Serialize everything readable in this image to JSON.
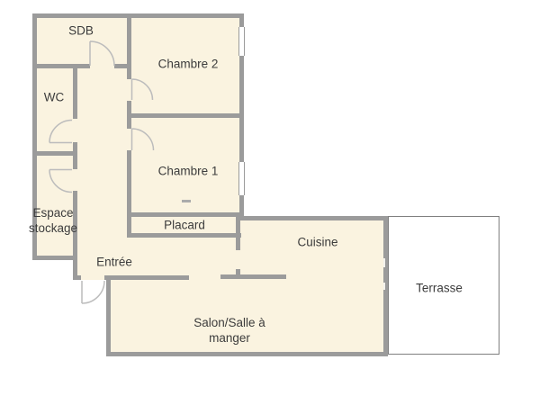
{
  "rooms": {
    "sdb": "SDB",
    "chambre2": "Chambre 2",
    "wc": "WC",
    "chambre1": "Chambre 1",
    "stockage": "Espace stockage",
    "placard": "Placard",
    "entree": "Entrée",
    "cuisine": "Cuisine",
    "salon": "Salon/Salle à manger",
    "terrasse": "Terrasse"
  },
  "colors": {
    "wall": "#9b9b9b",
    "room_fill": "#faf3e0",
    "door": "#bcbcbc",
    "terrace_border": "#7f7f7f",
    "text": "#3c3c3c"
  }
}
